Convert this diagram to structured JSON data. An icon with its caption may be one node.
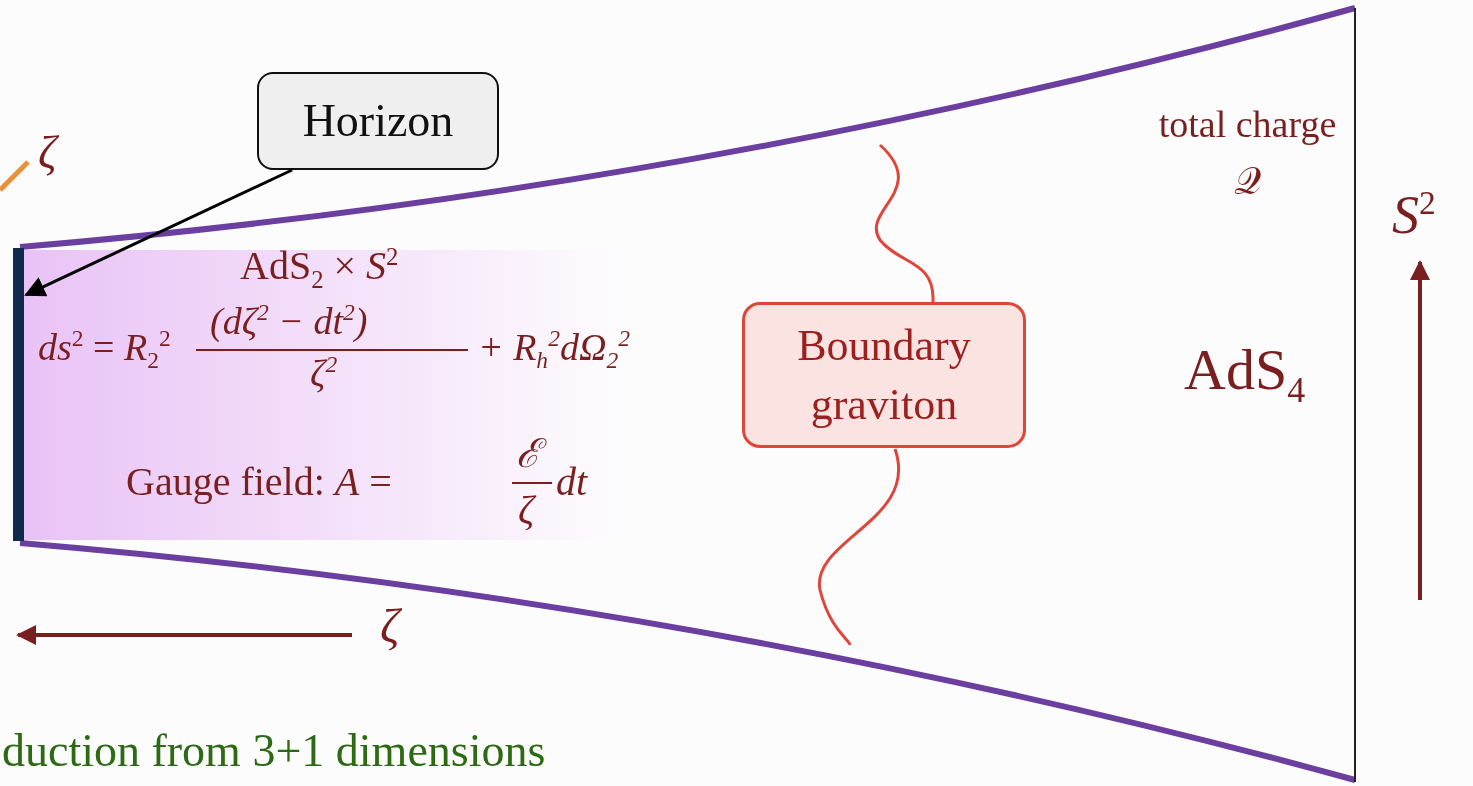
{
  "diagram": {
    "nodes": [
      {
        "text": [
          "Horizon"
        ]
      },
      {
        "text": [],
        "shape": "bar"
      },
      {
        "text": [
          "Boundary graviton"
        ]
      }
    ],
    "edges": [
      {
        "from": 0,
        "to": 1,
        "arrow": "to"
      }
    ],
    "labels": [
      "ζ",
      "AdS$_{2}$ × *S*$^{2}$",
      "*ds*$^{2}$ = *R*$_{2}$$^{2}$",
      "(dζ$^{2}$ − dt$^{2}$)",
      "ζ$^{2}$",
      "+ R$_{h}$$^{2}$dΩ$_{2}$$^{2}$",
      "Gauge field: *A* =",
      "ℰ",
      "ζ",
      "*dt*",
      "total charge 𝒬",
      "AdS$_{4}$",
      "*S*$^{2}$",
      "ζ",
      "duction from 3+1 dimensions"
    ]
  }
}
